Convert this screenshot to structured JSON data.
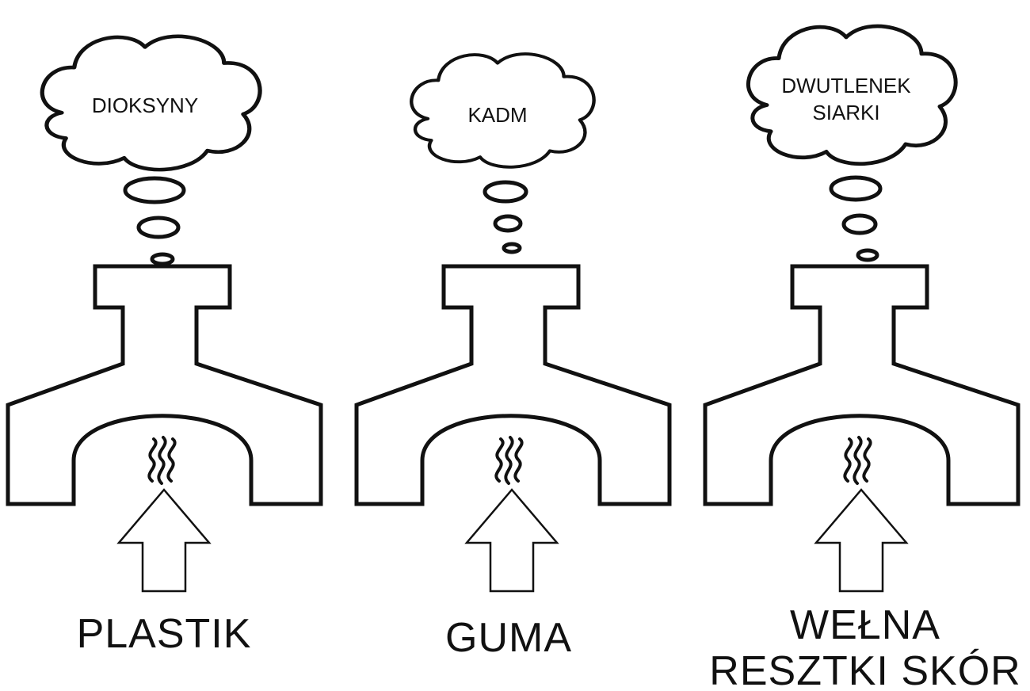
{
  "panels": [
    {
      "cloud": [
        "DIOKSYNY"
      ],
      "material": [
        "PLASTIK"
      ]
    },
    {
      "cloud": [
        "KADM"
      ],
      "material": [
        "GUMA"
      ]
    },
    {
      "cloud": [
        "DWUTLENEK",
        "SIARKI"
      ],
      "material": [
        "WEŁNA",
        "RESZTKI SKÓR"
      ]
    }
  ]
}
